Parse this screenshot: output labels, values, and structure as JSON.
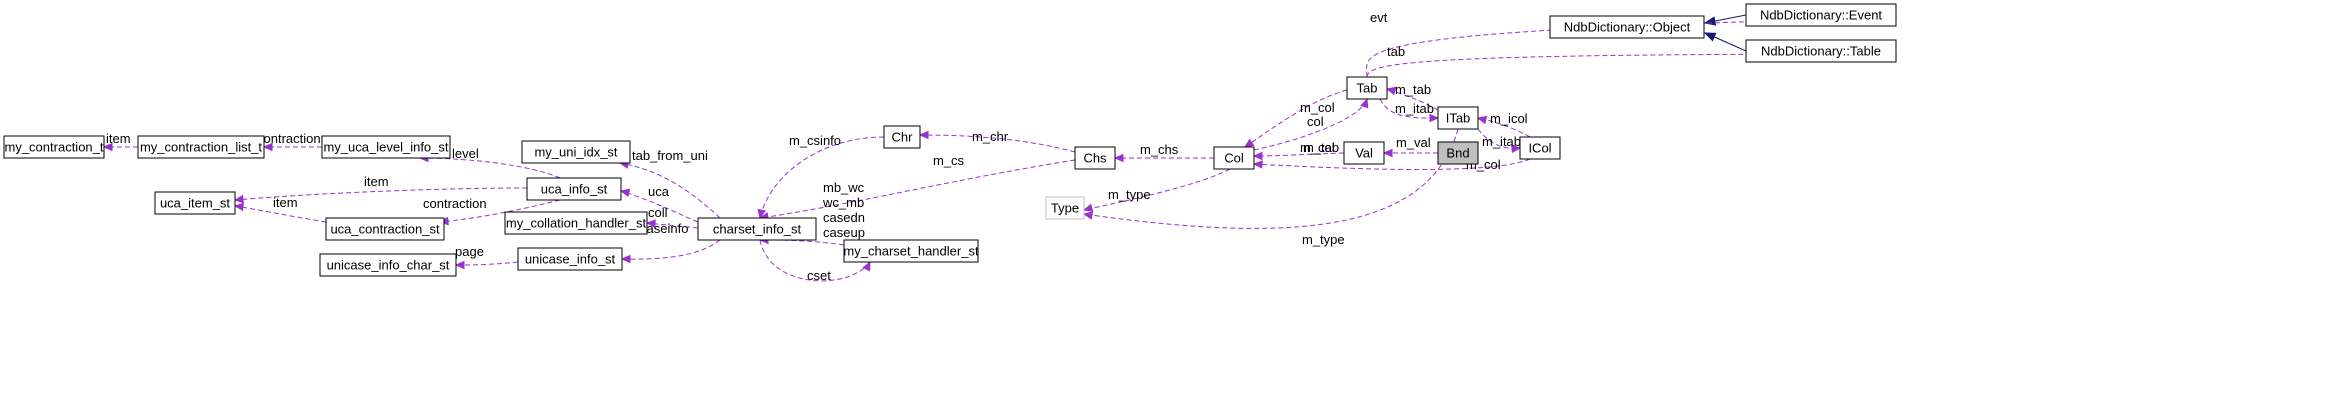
{
  "diagram": {
    "nodes": [
      {
        "id": "object",
        "label": "NdbDictionary::Object"
      },
      {
        "id": "event",
        "label": "NdbDictionary::Event"
      },
      {
        "id": "table",
        "label": "NdbDictionary::Table"
      },
      {
        "id": "tab",
        "label": "Tab"
      },
      {
        "id": "itab",
        "label": "ITab"
      },
      {
        "id": "bnd",
        "label": "Bnd",
        "style": "highlight"
      },
      {
        "id": "val",
        "label": "Val"
      },
      {
        "id": "icol",
        "label": "ICol"
      },
      {
        "id": "col",
        "label": "Col"
      },
      {
        "id": "chs",
        "label": "Chs"
      },
      {
        "id": "chr",
        "label": "Chr"
      },
      {
        "id": "type",
        "label": "Type",
        "style": "faded"
      },
      {
        "id": "charset_info_st",
        "label": "charset_info_st"
      },
      {
        "id": "my_uni_idx_st",
        "label": "my_uni_idx_st"
      },
      {
        "id": "uca_info_st",
        "label": "uca_info_st"
      },
      {
        "id": "my_collation_handler_st",
        "label": "my_collation_handler_st"
      },
      {
        "id": "unicase_info_st",
        "label": "unicase_info_st"
      },
      {
        "id": "my_charset_handler_st",
        "label": "my_charset_handler_st"
      },
      {
        "id": "unicase_info_char_st",
        "label": "unicase_info_char_st"
      },
      {
        "id": "uca_item_st",
        "label": "uca_item_st"
      },
      {
        "id": "uca_contraction_st",
        "label": "uca_contraction_st"
      },
      {
        "id": "my_uca_level_info_st",
        "label": "my_uca_level_info_st"
      },
      {
        "id": "my_contraction_list_t",
        "label": "my_contraction_list_t"
      },
      {
        "id": "my_contraction_t",
        "label": "my_contraction_t"
      }
    ],
    "edges": [
      {
        "id": "event-object",
        "kind": "inherit"
      },
      {
        "id": "table-object",
        "kind": "inherit"
      },
      {
        "id": "tab-event",
        "kind": "usage",
        "label": "evt"
      },
      {
        "id": "tab-table",
        "kind": "usage",
        "label": "tab"
      },
      {
        "id": "itab-tab",
        "kind": "usage",
        "label": "m_tab"
      },
      {
        "id": "tab-itab",
        "kind": "usage",
        "label": "m_itab"
      },
      {
        "id": "icol-itab",
        "kind": "usage",
        "label": "m_icol"
      },
      {
        "id": "itab-icol",
        "kind": "usage",
        "label": "m_itab"
      },
      {
        "id": "bnd-val",
        "kind": "usage",
        "label": "m_val"
      },
      {
        "id": "val-col",
        "kind": "usage",
        "label": "m_col"
      },
      {
        "id": "icol-col",
        "kind": "usage",
        "label": "m_col"
      },
      {
        "id": "tab-col",
        "kind": "usage",
        "label": "m_col\ncol"
      },
      {
        "id": "col-tab",
        "kind": "usage",
        "label": "m_tab"
      },
      {
        "id": "col-chs",
        "kind": "usage",
        "label": "m_chs"
      },
      {
        "id": "col-type",
        "kind": "usage",
        "label": "m_type"
      },
      {
        "id": "itab-type",
        "kind": "usage",
        "label": "m_type"
      },
      {
        "id": "chs-chr",
        "kind": "usage",
        "label": "m_chr"
      },
      {
        "id": "chs-cs",
        "kind": "usage",
        "label": "m_cs"
      },
      {
        "id": "chr-cs",
        "kind": "usage",
        "label": "m_csinfo"
      },
      {
        "id": "cs-uniidx",
        "kind": "usage",
        "label": "tab_from_uni"
      },
      {
        "id": "cs-uca",
        "kind": "usage",
        "label": "uca"
      },
      {
        "id": "cs-coll",
        "kind": "usage",
        "label": "coll"
      },
      {
        "id": "cs-unicase",
        "kind": "usage",
        "label": "caseinfo"
      },
      {
        "id": "handler-cs",
        "kind": "usage",
        "label": "mb_wc\nwc_mb\ncasedn\ncaseup"
      },
      {
        "id": "cs-handler",
        "kind": "usage",
        "label": "cset"
      },
      {
        "id": "unicase-char",
        "kind": "usage",
        "label": "page"
      },
      {
        "id": "uca-item",
        "kind": "usage",
        "label": "item"
      },
      {
        "id": "uca-level",
        "kind": "usage",
        "label": "level"
      },
      {
        "id": "uca-contraction",
        "kind": "usage",
        "label": "contraction"
      },
      {
        "id": "contraction-item",
        "kind": "usage",
        "label": "item"
      },
      {
        "id": "level-list",
        "kind": "usage",
        "label": "contractions"
      },
      {
        "id": "list-contraction",
        "kind": "usage",
        "label": "item"
      }
    ]
  }
}
